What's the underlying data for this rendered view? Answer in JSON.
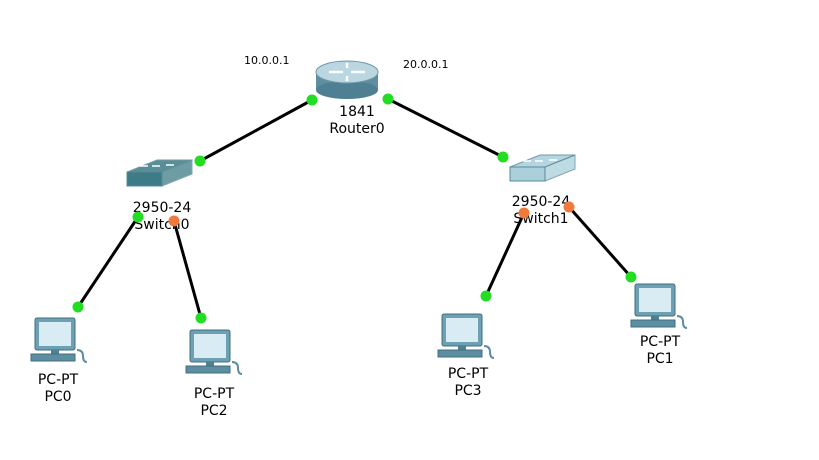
{
  "topology": {
    "devices": [
      {
        "id": "router0",
        "model": "1841",
        "name": "Router0",
        "type": "router"
      },
      {
        "id": "switch0",
        "model": "2950-24",
        "name": "Switch0",
        "type": "switch",
        "color": "#3d7b86"
      },
      {
        "id": "switch1",
        "model": "2950-24",
        "name": "Switch1",
        "type": "switch",
        "color": "#a9d0db"
      },
      {
        "id": "pc0",
        "model": "PC-PT",
        "name": "PC0",
        "type": "pc"
      },
      {
        "id": "pc2",
        "model": "PC-PT",
        "name": "PC2",
        "type": "pc"
      },
      {
        "id": "pc3",
        "model": "PC-PT",
        "name": "PC3",
        "type": "pc"
      },
      {
        "id": "pc1",
        "model": "PC-PT",
        "name": "PC1",
        "type": "pc"
      }
    ],
    "interface_labels": [
      {
        "text": "10.0.0.1"
      },
      {
        "text": "20.0.0.1"
      }
    ],
    "links": [
      {
        "from": "router0",
        "to": "switch0",
        "status": [
          "up",
          "up"
        ]
      },
      {
        "from": "router0",
        "to": "switch1",
        "status": [
          "up",
          "up"
        ]
      },
      {
        "from": "switch0",
        "to": "pc0",
        "status": [
          "up",
          "up"
        ]
      },
      {
        "from": "switch0",
        "to": "pc2",
        "status": [
          "stp-blocking",
          "up"
        ]
      },
      {
        "from": "switch1",
        "to": "pc3",
        "status": [
          "stp-blocking",
          "up"
        ]
      },
      {
        "from": "switch1",
        "to": "pc1",
        "status": [
          "stp-blocking",
          "up"
        ]
      }
    ],
    "status_colors": {
      "up": "#22dd22",
      "stp-blocking": "#f07a3c"
    },
    "link_color": "#000000"
  }
}
